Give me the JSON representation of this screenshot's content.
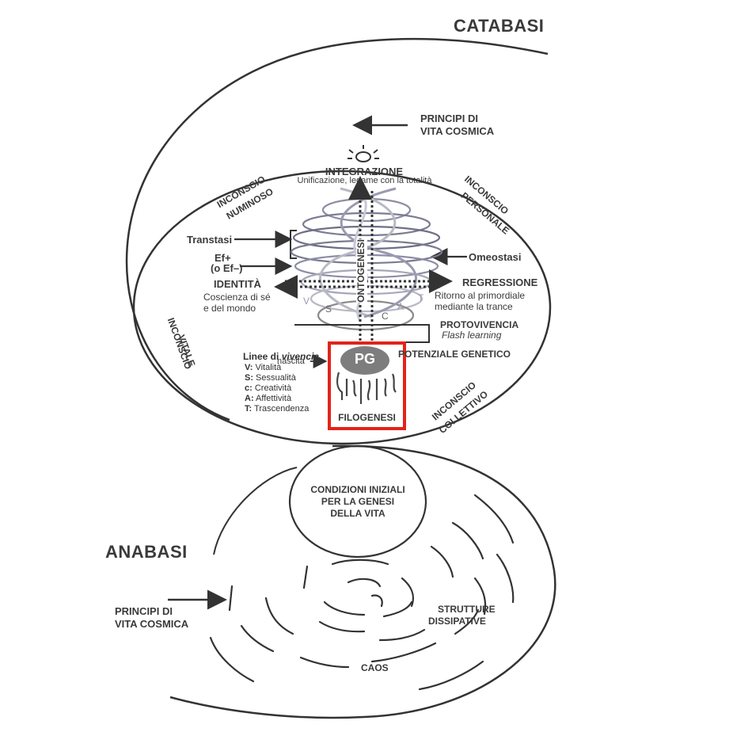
{
  "catabasi": "CATABASI",
  "anabasi": "ANABASI",
  "principi_top": [
    "PRINCIPI DI",
    "VITA COSMICA"
  ],
  "principi_bottom": [
    "PRINCIPI DI",
    "VITA COSMICA"
  ],
  "integrazione": {
    "title": "INTEGRAZIONE",
    "subtitle": "Unificazione, legame con la totalità"
  },
  "inconscio_numinoso": [
    "INCONSCIO",
    "NUMINOSO"
  ],
  "inconscio_personale": [
    "INCONSCIO",
    "PERSONALE"
  ],
  "inconscio_vitale": [
    "INCONSCIO",
    "VITALE"
  ],
  "inconscio_collettivo": [
    "INCONSCIO",
    "COLLETTIVO"
  ],
  "transtasi": "Transtasi",
  "ef": [
    "Ef+",
    "(o Ef–)"
  ],
  "omeostasi": "Omeostasi",
  "identita": {
    "title": "IDENTITÀ",
    "lines": [
      "Coscienza di sé",
      "e del mondo"
    ]
  },
  "regressione": {
    "title": "REGRESSIONE",
    "lines": [
      "Ritorno al primordiale",
      "mediante la trance"
    ]
  },
  "ontogenesi": "ONTOGENESI",
  "spiral_letters": [
    "V",
    "S",
    "C",
    "A",
    "T"
  ],
  "protovivencia": {
    "title": "PROTOVIVENCIA",
    "subtitle": "Flash learning"
  },
  "nascita": "nascita",
  "pg": "PG",
  "potenziale": "POTENZIALE GENETICO",
  "filogenesi": "FILOGENESI",
  "legend": {
    "title_prefix": "Linee di ",
    "title_italic": "vivencia",
    "items": [
      {
        "key": "V:",
        "text": " Vitalità"
      },
      {
        "key": "S:",
        "text": " Sessualità"
      },
      {
        "key": "c:",
        "text": " Creatività"
      },
      {
        "key": "A:",
        "text": " Affettività"
      },
      {
        "key": "T:",
        "text": " Trascendenza"
      }
    ]
  },
  "condizioni": [
    "CONDIZIONI INIZIALI",
    "PER LA GENESI",
    "DELLA VITA"
  ],
  "strutture": [
    "STRUTTURE",
    "DISSIPATIVE"
  ],
  "caos": "CAOS",
  "colors": {
    "ink": "#3a3a3a",
    "spiral_light": "#b9b9c6",
    "spiral_dark": "#6e6e86",
    "highlight": "#e2231a",
    "pg_fill": "#7d7d7d"
  }
}
